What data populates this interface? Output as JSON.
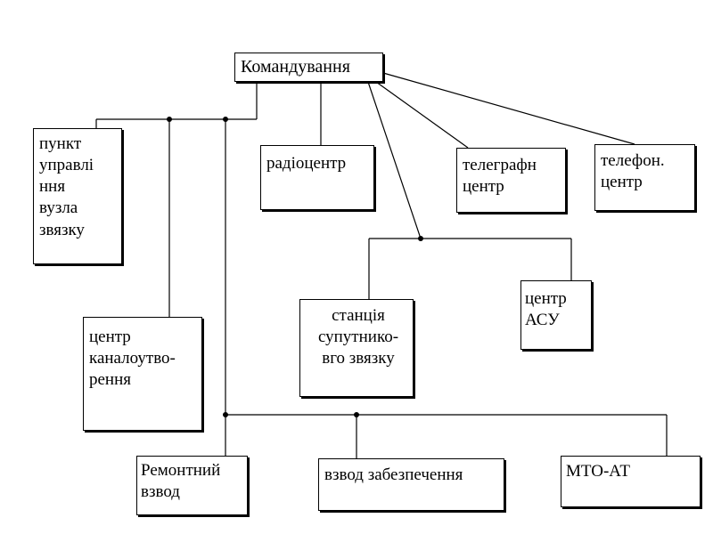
{
  "nodes": {
    "command": "Командування",
    "control_point": "пункт\nуправлі\nння\nвузла\nзвязку",
    "radio_center": "радіоцентр",
    "telegraph_center": "телеграфн\nцентр",
    "telephone_center": "телефон.\nцентр",
    "satellite_station": "станція\nсупутнико-\nвго звязку",
    "acs_center": "центр\nАСУ",
    "channel_center": "центр\nканалоутво-\nрення",
    "repair_platoon": "Ремонтний\nвзвод",
    "supply_platoon": "взвод забезпечення",
    "mto": "МТО-АТ"
  },
  "style": {
    "line_color": "#000000",
    "box_border": "#000000",
    "background": "#ffffff"
  }
}
